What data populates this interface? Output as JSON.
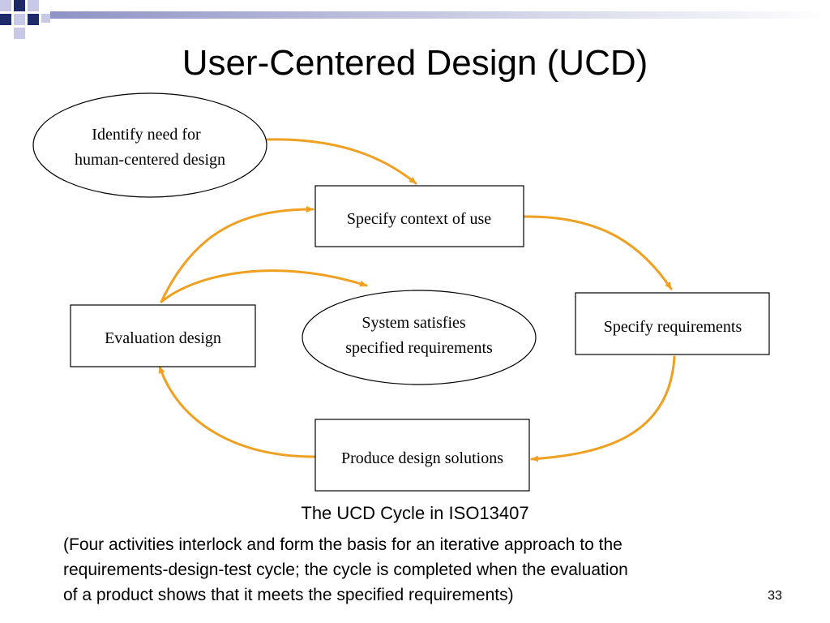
{
  "slide": {
    "title": "User-Centered Design (UCD)",
    "page_number": "33"
  },
  "diagram": {
    "nodes": {
      "identify": [
        "Identify need for",
        "human-centered design"
      ],
      "context": [
        "Specify context of use"
      ],
      "requirements": [
        "Specify requirements"
      ],
      "solutions": [
        "Produce design solutions"
      ],
      "evaluation": [
        "Evaluation design"
      ],
      "satisfies": [
        "System satisfies",
        "specified requirements"
      ]
    },
    "arrow_color": "#f0a020"
  },
  "caption": {
    "title": "The UCD Cycle in ISO13407",
    "lines": [
      "(Four activities interlock and form the basis for an iterative approach to the",
      "requirements-design-test cycle; the cycle is completed when the evaluation",
      "of a product shows that it meets the specified requirements)"
    ]
  },
  "colors": {
    "navy": "#1f2a6b",
    "lavender": "#c7c9e6"
  }
}
